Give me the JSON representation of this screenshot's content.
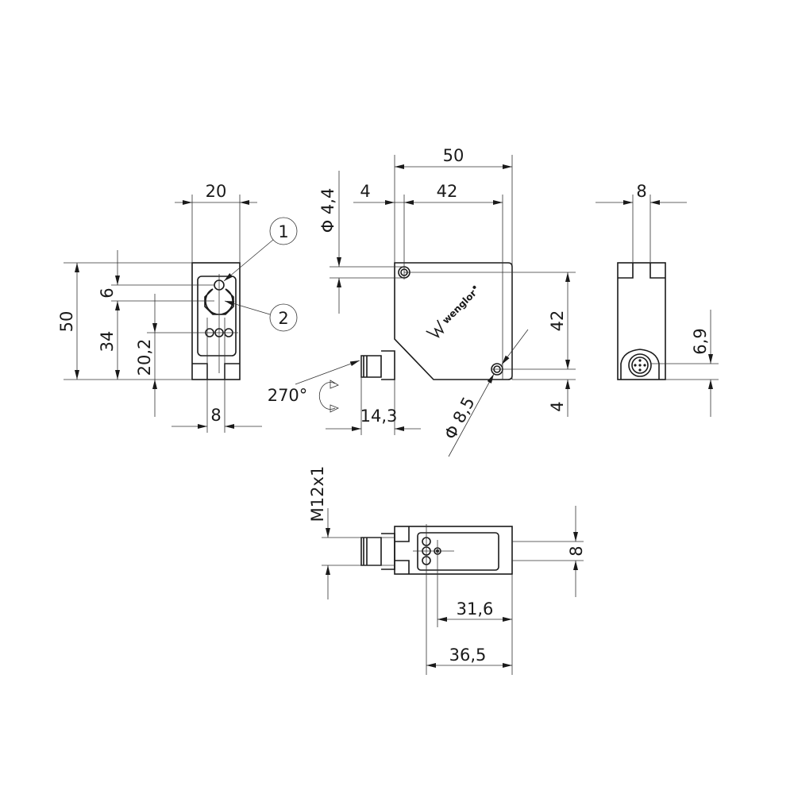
{
  "callouts": [
    "1",
    "2"
  ],
  "front_view": {
    "width": "20",
    "height": "50",
    "d6": "6",
    "d34": "34",
    "d20_2": "20,2",
    "d8": "8"
  },
  "side_view": {
    "width": "50",
    "d4": "4",
    "d42": "42",
    "hole": "Φ 4,4",
    "v42": "42",
    "v4": "4",
    "conn": "Φ 8,5",
    "d14_3": "14,3",
    "rotation": "270°",
    "logo": "wenglor"
  },
  "end_view": {
    "d8": "8",
    "d6_9": "6,9"
  },
  "bottom_view": {
    "thread": "M12x1",
    "d8": "8",
    "d31_6": "31,6",
    "d36_5": "36,5"
  },
  "colors": {
    "line": "#1a1a1a",
    "background": "#ffffff"
  }
}
